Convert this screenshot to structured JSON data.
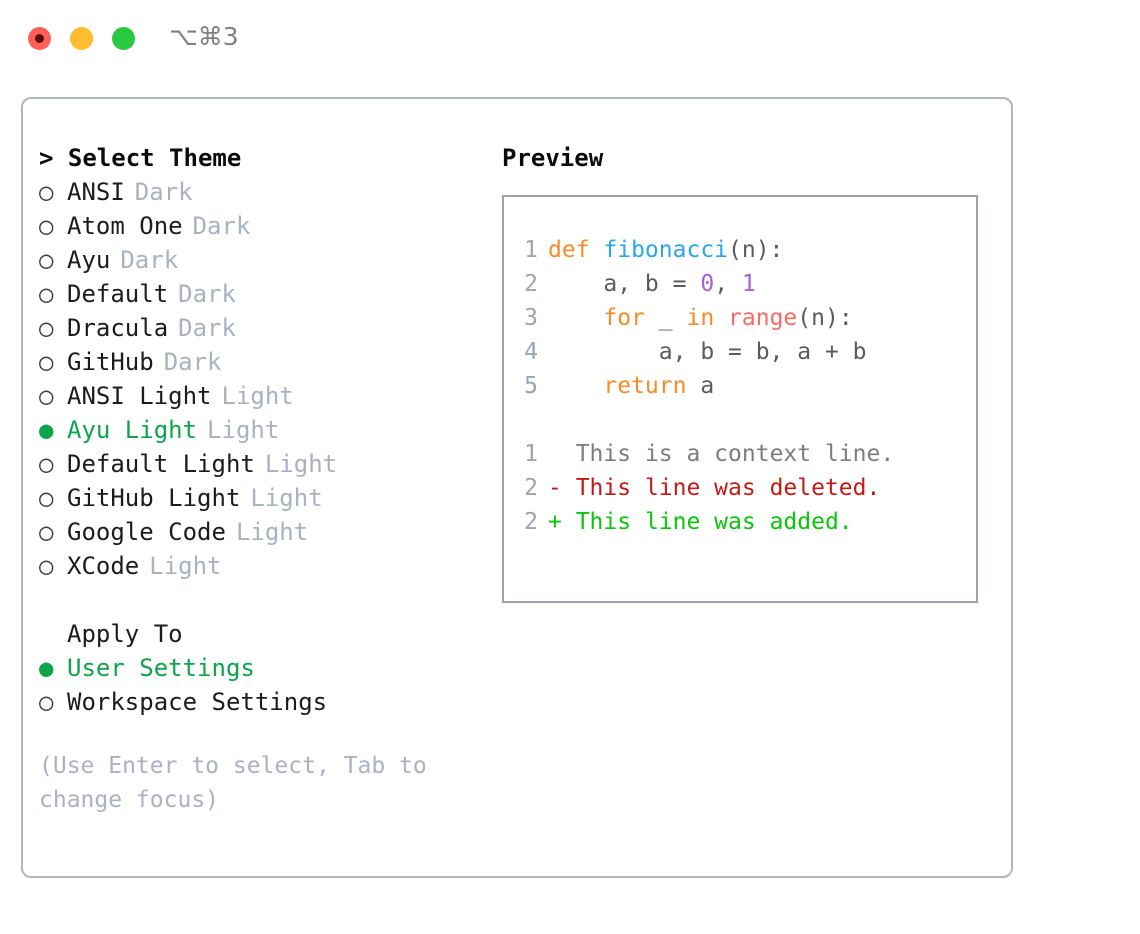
{
  "window": {
    "shortcut": "⌥⌘3",
    "traffic_lights": [
      {
        "name": "close",
        "color": "#ff5f57"
      },
      {
        "name": "minimize",
        "color": "#febc2e"
      },
      {
        "name": "zoom",
        "color": "#28c840"
      }
    ]
  },
  "theme_section": {
    "header_marker": ">",
    "header": "Select Theme",
    "items": [
      {
        "radio": "○",
        "label": "ANSI",
        "tag": "Dark",
        "selected": false
      },
      {
        "radio": "○",
        "label": "Atom One",
        "tag": "Dark",
        "selected": false
      },
      {
        "radio": "○",
        "label": "Ayu",
        "tag": "Dark",
        "selected": false
      },
      {
        "radio": "○",
        "label": "Default",
        "tag": "Dark",
        "selected": false
      },
      {
        "radio": "○",
        "label": "Dracula",
        "tag": "Dark",
        "selected": false
      },
      {
        "radio": "○",
        "label": "GitHub",
        "tag": "Dark",
        "selected": false
      },
      {
        "radio": "○",
        "label": "ANSI Light",
        "tag": "Light",
        "selected": false
      },
      {
        "radio": "●",
        "label": "Ayu Light",
        "tag": "Light",
        "selected": true
      },
      {
        "radio": "○",
        "label": "Default Light",
        "tag": "Light",
        "selected": false
      },
      {
        "radio": "○",
        "label": "GitHub Light",
        "tag": "Light",
        "selected": false
      },
      {
        "radio": "○",
        "label": "Google Code",
        "tag": "Light",
        "selected": false
      },
      {
        "radio": "○",
        "label": "XCode",
        "tag": "Light",
        "selected": false
      }
    ]
  },
  "apply_section": {
    "header": "Apply To",
    "items": [
      {
        "radio": "●",
        "label": "User Settings",
        "selected": true
      },
      {
        "radio": "○",
        "label": "Workspace Settings",
        "selected": false
      }
    ]
  },
  "hint": "(Use Enter to select, Tab to change focus)",
  "preview": {
    "title": "Preview",
    "code_lines": [
      {
        "num": "1",
        "tokens": [
          {
            "t": "def ",
            "c": "kw"
          },
          {
            "t": "fibonacci",
            "c": "fn"
          },
          {
            "t": "(n):",
            "c": "pl"
          }
        ]
      },
      {
        "num": "2",
        "tokens": [
          {
            "t": "    a, b = ",
            "c": "pl"
          },
          {
            "t": "0",
            "c": "num"
          },
          {
            "t": ", ",
            "c": "pl"
          },
          {
            "t": "1",
            "c": "num"
          }
        ]
      },
      {
        "num": "3",
        "tokens": [
          {
            "t": "    ",
            "c": "pl"
          },
          {
            "t": "for",
            "c": "kw"
          },
          {
            "t": " _ ",
            "c": "pl"
          },
          {
            "t": "in",
            "c": "kw"
          },
          {
            "t": " ",
            "c": "pl"
          },
          {
            "t": "range",
            "c": "bi"
          },
          {
            "t": "(n):",
            "c": "pl"
          }
        ]
      },
      {
        "num": "4",
        "tokens": [
          {
            "t": "        a, b = b, a + b",
            "c": "pl"
          }
        ]
      },
      {
        "num": "5",
        "tokens": [
          {
            "t": "    ",
            "c": "pl"
          },
          {
            "t": "return",
            "c": "kw"
          },
          {
            "t": " a",
            "c": "pl"
          }
        ]
      }
    ],
    "diff_lines": [
      {
        "num": "1",
        "marker": " ",
        "text": " This is a context line.",
        "kind": "ctx"
      },
      {
        "num": "2",
        "marker": "-",
        "text": " This line was deleted.",
        "kind": "del"
      },
      {
        "num": "2",
        "marker": "+",
        "text": " This line was added.",
        "kind": "add"
      }
    ]
  },
  "colors": {
    "accent_green": "#0da54a",
    "tag_gray": "#a8b2c1",
    "border": "#aeb6c2",
    "keyword": "#f98b24",
    "function": "#2aa6f0",
    "number": "#a95fd8",
    "builtin": "#fa6a64",
    "diff_deleted": "#c41a16",
    "diff_added": "#0ac70a",
    "diff_context": "#7d7d7d"
  }
}
